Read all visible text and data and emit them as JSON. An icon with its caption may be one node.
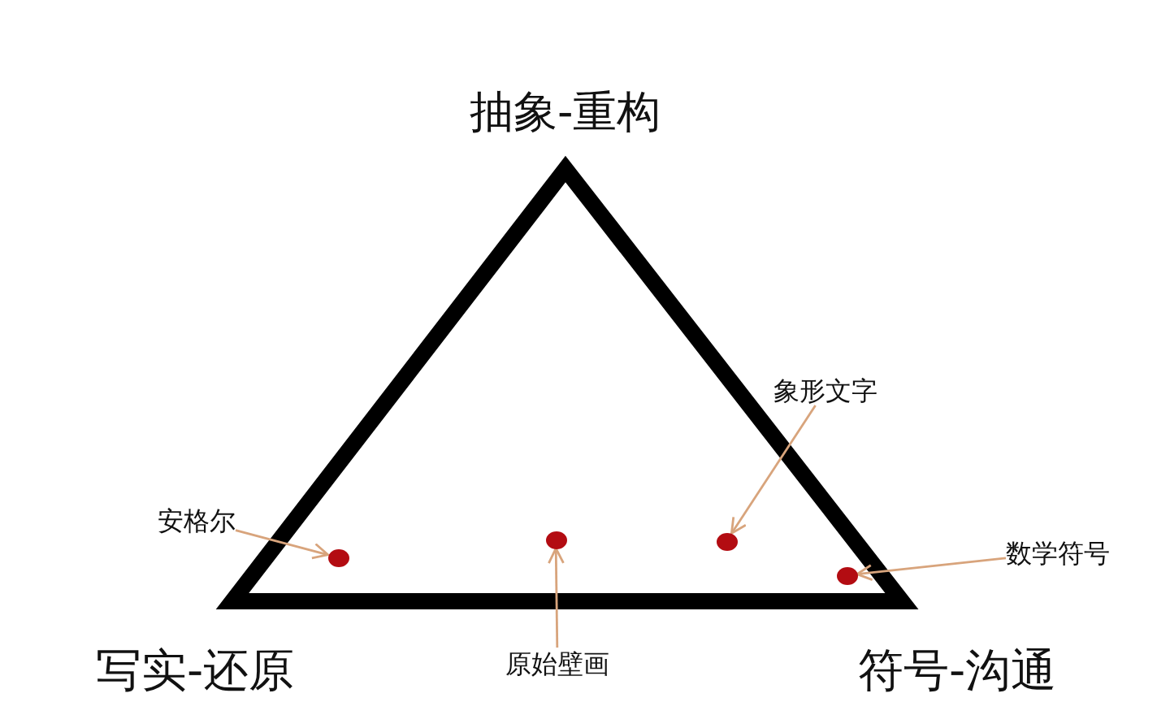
{
  "diagram": {
    "nodes": [
      {
        "text": [
          "安格尔"
        ]
      },
      {
        "text": [],
        "shape": "circle"
      },
      {
        "text": [
          "原始壁画"
        ]
      },
      {
        "text": [],
        "shape": "circle"
      },
      {
        "text": [
          "象形文字"
        ]
      },
      {
        "text": [],
        "shape": "circle"
      },
      {
        "text": [
          "数学符号"
        ]
      },
      {
        "text": [],
        "shape": "circle"
      }
    ],
    "edges": [
      {
        "from": 0,
        "to": 1,
        "arrow": "to"
      },
      {
        "from": 2,
        "to": 3,
        "arrow": "to"
      },
      {
        "from": 4,
        "to": 5,
        "arrow": "to"
      },
      {
        "from": 6,
        "to": 7,
        "arrow": "to"
      }
    ],
    "labels": [
      "抽象-重构",
      "写实-还原",
      "符号-沟通"
    ]
  }
}
